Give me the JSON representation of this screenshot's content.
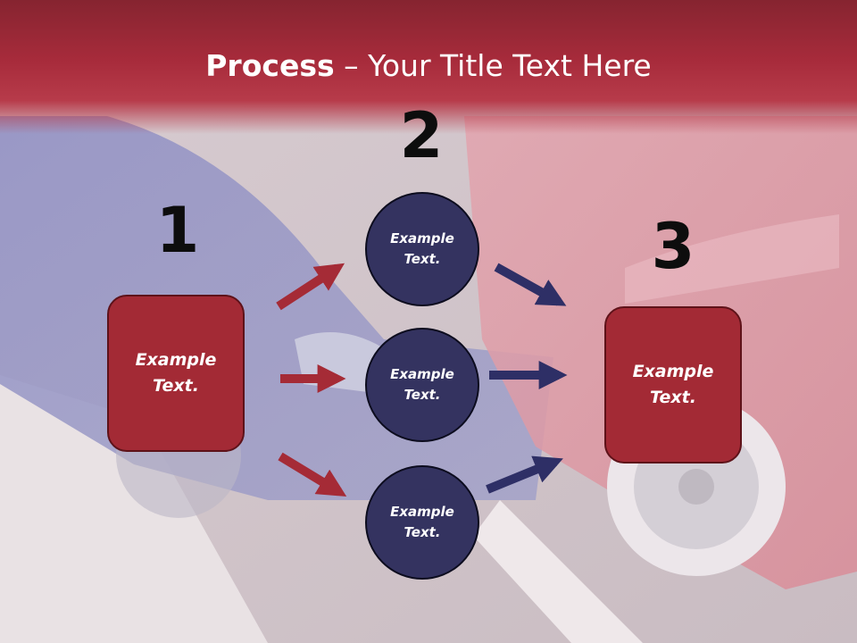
{
  "title": {
    "bold": "Process",
    "separator": " – ",
    "rest": "Your Title Text Here"
  },
  "steps": {
    "one": {
      "number": "1",
      "line1": "Example",
      "line2": "Text."
    },
    "two": {
      "number": "2"
    },
    "three": {
      "number": "3",
      "line1": "Example",
      "line2": "Text."
    }
  },
  "circles": [
    {
      "line1": "Example",
      "line2": "Text."
    },
    {
      "line1": "Example",
      "line2": "Text."
    },
    {
      "line1": "Example",
      "line2": "Text."
    }
  ],
  "colors": {
    "red": "#a32a35",
    "navy": "#343360",
    "header": "#a72b3b",
    "arrow_red": "#a52b36",
    "arrow_navy": "#2e2f66"
  }
}
